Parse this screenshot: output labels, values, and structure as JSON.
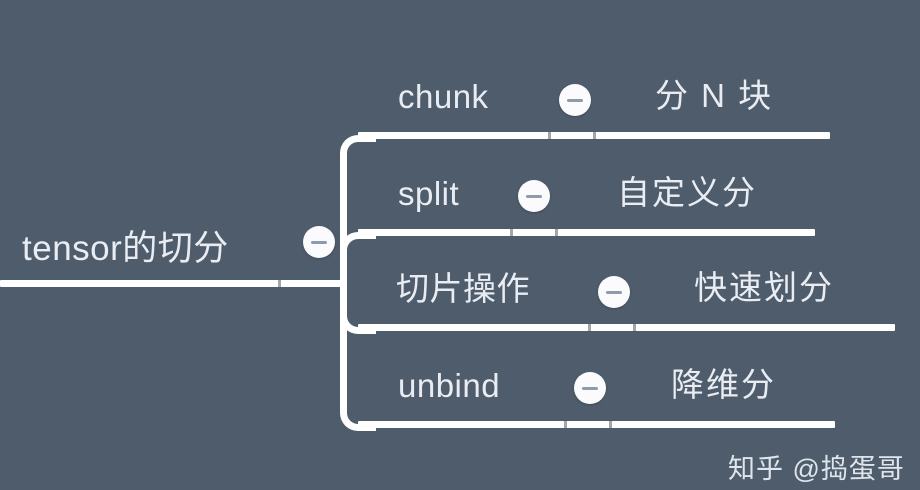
{
  "canvas": {
    "background_color": "#4e5c6b",
    "text_color": "#e9edf3",
    "stroke_color": "#ffffff",
    "icon_fill": "#fbfbfd",
    "icon_mark_color": "#8e9bab"
  },
  "root": {
    "label": "tensor的切分",
    "collapse_icon": "minus-circle-icon"
  },
  "branches": [
    {
      "label": "chunk",
      "value": "分 N 块",
      "collapse_icon": "minus-circle-icon"
    },
    {
      "label": "split",
      "value": "自定义分",
      "collapse_icon": "minus-circle-icon"
    },
    {
      "label": "切片操作",
      "value": "快速划分",
      "collapse_icon": "minus-circle-icon"
    },
    {
      "label": "unbind",
      "value": "降维分",
      "collapse_icon": "minus-circle-icon"
    }
  ],
  "watermark": {
    "text": "知乎 @捣蛋哥"
  }
}
